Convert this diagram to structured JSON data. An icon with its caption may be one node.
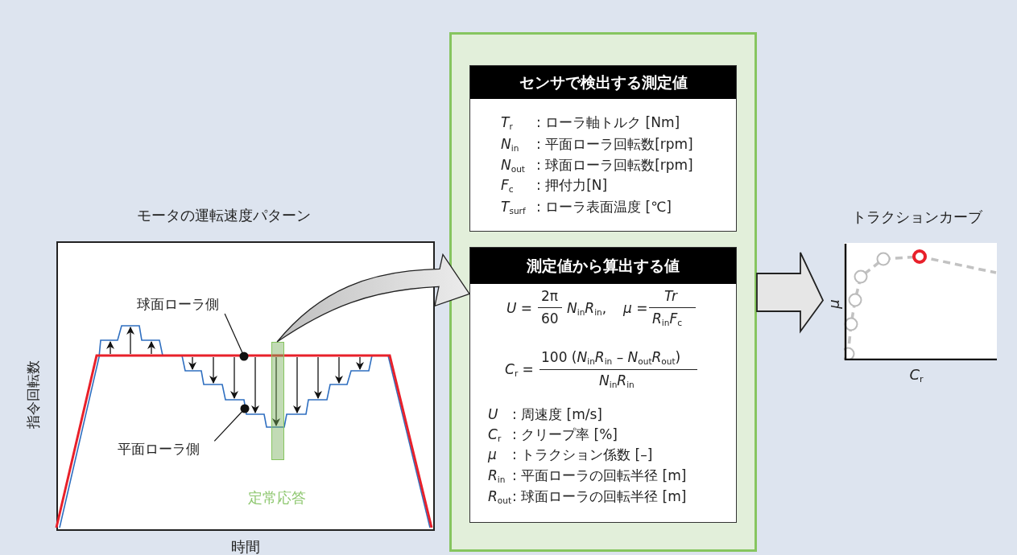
{
  "diagram": {
    "nodes": [
      {
        "text": [
          "モータの運転速度パターン"
        ]
      },
      {
        "text": [
          "球面ローラ側"
        ],
        "in": 0
      },
      {
        "text": [
          "平面ローラ側"
        ],
        "in": 0
      },
      {
        "text": [],
        "shape": "bar",
        "beside": [
          "定常応答"
        ],
        "in": 0
      },
      {
        "text": [],
        "shape": "box"
      },
      {
        "text": [
          "センサで検出する測定値",
          "T$_{r}$",
          ": ローラ軸トルク [Nm]",
          "N$_{in}$",
          ": 平面ローラ回転数[rpm]",
          "N$_{out}$",
          ": 球面ローラ回転数[rpm]",
          "F$_{c}$",
          ": 押付力[N]",
          "T$_{surf}$",
          ": ローラ表面温度 [℃]"
        ],
        "in": 4
      },
      {
        "text": [
          "測定値から算出する値",
          "*U* =",
          "2π",
          "60",
          "*N*$_{in}$*R*$_{in}$,",
          "*μ* =",
          "Tr",
          "*R*$_{in}$*F*$_{c}$",
          "*C*$_{r}$ =",
          "100 (*N*$_{in}$*R*$_{in}$ – *N*$_{out}$*R*$_{out}$)",
          "*N*$_{in}$*R*$_{in}$",
          "U",
          ": 周速度 [m/s]",
          "C$_{r}$",
          ": クリープ率 [%]",
          "μ",
          ": トラクション係数 [–]",
          "R$_{in}$",
          ": 平面ローラの回転半径 [m]",
          "R$_{out}$",
          ": 球面ローラの回転半径 [m]"
        ],
        "in": 4
      },
      {
        "text": [
          "トラクションカーブ"
        ],
        "beside": [
          "μ",
          "C$_{r}$"
        ]
      }
    ],
    "edges": [
      {
        "from": 1,
        "to": null,
        "arrow": "other"
      },
      {
        "from": 2,
        "to": null,
        "arrow": "other"
      },
      {
        "from": 3,
        "to": 6,
        "arrow": "to"
      },
      {
        "from": 4,
        "to": 7,
        "arrow": "to"
      }
    ],
    "labels": [
      "指令回転数",
      "時間"
    ]
  }
}
